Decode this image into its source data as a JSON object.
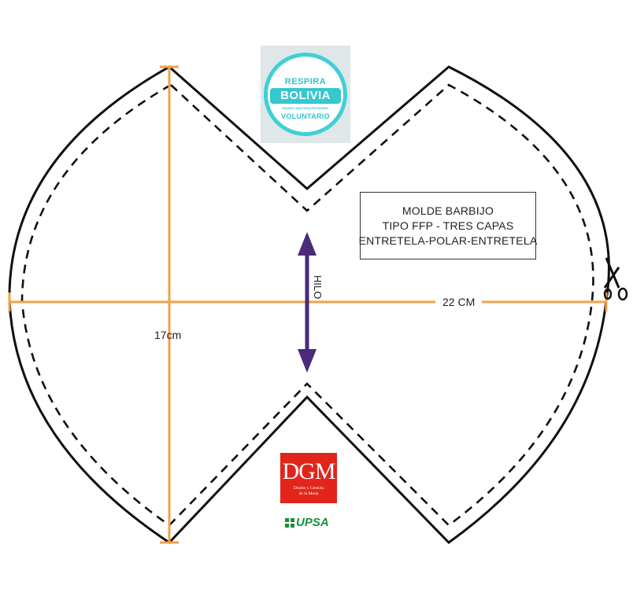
{
  "labels": {
    "width_measure": "22 CM",
    "height_measure": "17cm",
    "grain": "HILO"
  },
  "info_box": {
    "line1": "MOLDE BARBIJO",
    "line2": "TIPO FFP - TRES CAPAS",
    "line3": "ENTRETELA-POLAR-ENTRETELA"
  },
  "logos": {
    "bolivia_top": "RESPIRA",
    "bolivia_main": "BOLIVIA",
    "bolivia_small": "EQUIPO MULTIDISCIPLINARIO",
    "bolivia_bottom": "VOLUNTARIO",
    "dgm": "DGM",
    "dgm_sub1": "Diseño y Gestión",
    "dgm_sub2": "de la Moda",
    "upsa": "UPSA"
  },
  "icons": {
    "cut_mark": "scissors-icon"
  },
  "colors": {
    "outline": "#111111",
    "measure": "#f0a24a",
    "grain_arrow": "#4a2a7a",
    "bolivia": "#36c7cf",
    "dgm": "#e1251b",
    "upsa": "#1b8f3a"
  }
}
